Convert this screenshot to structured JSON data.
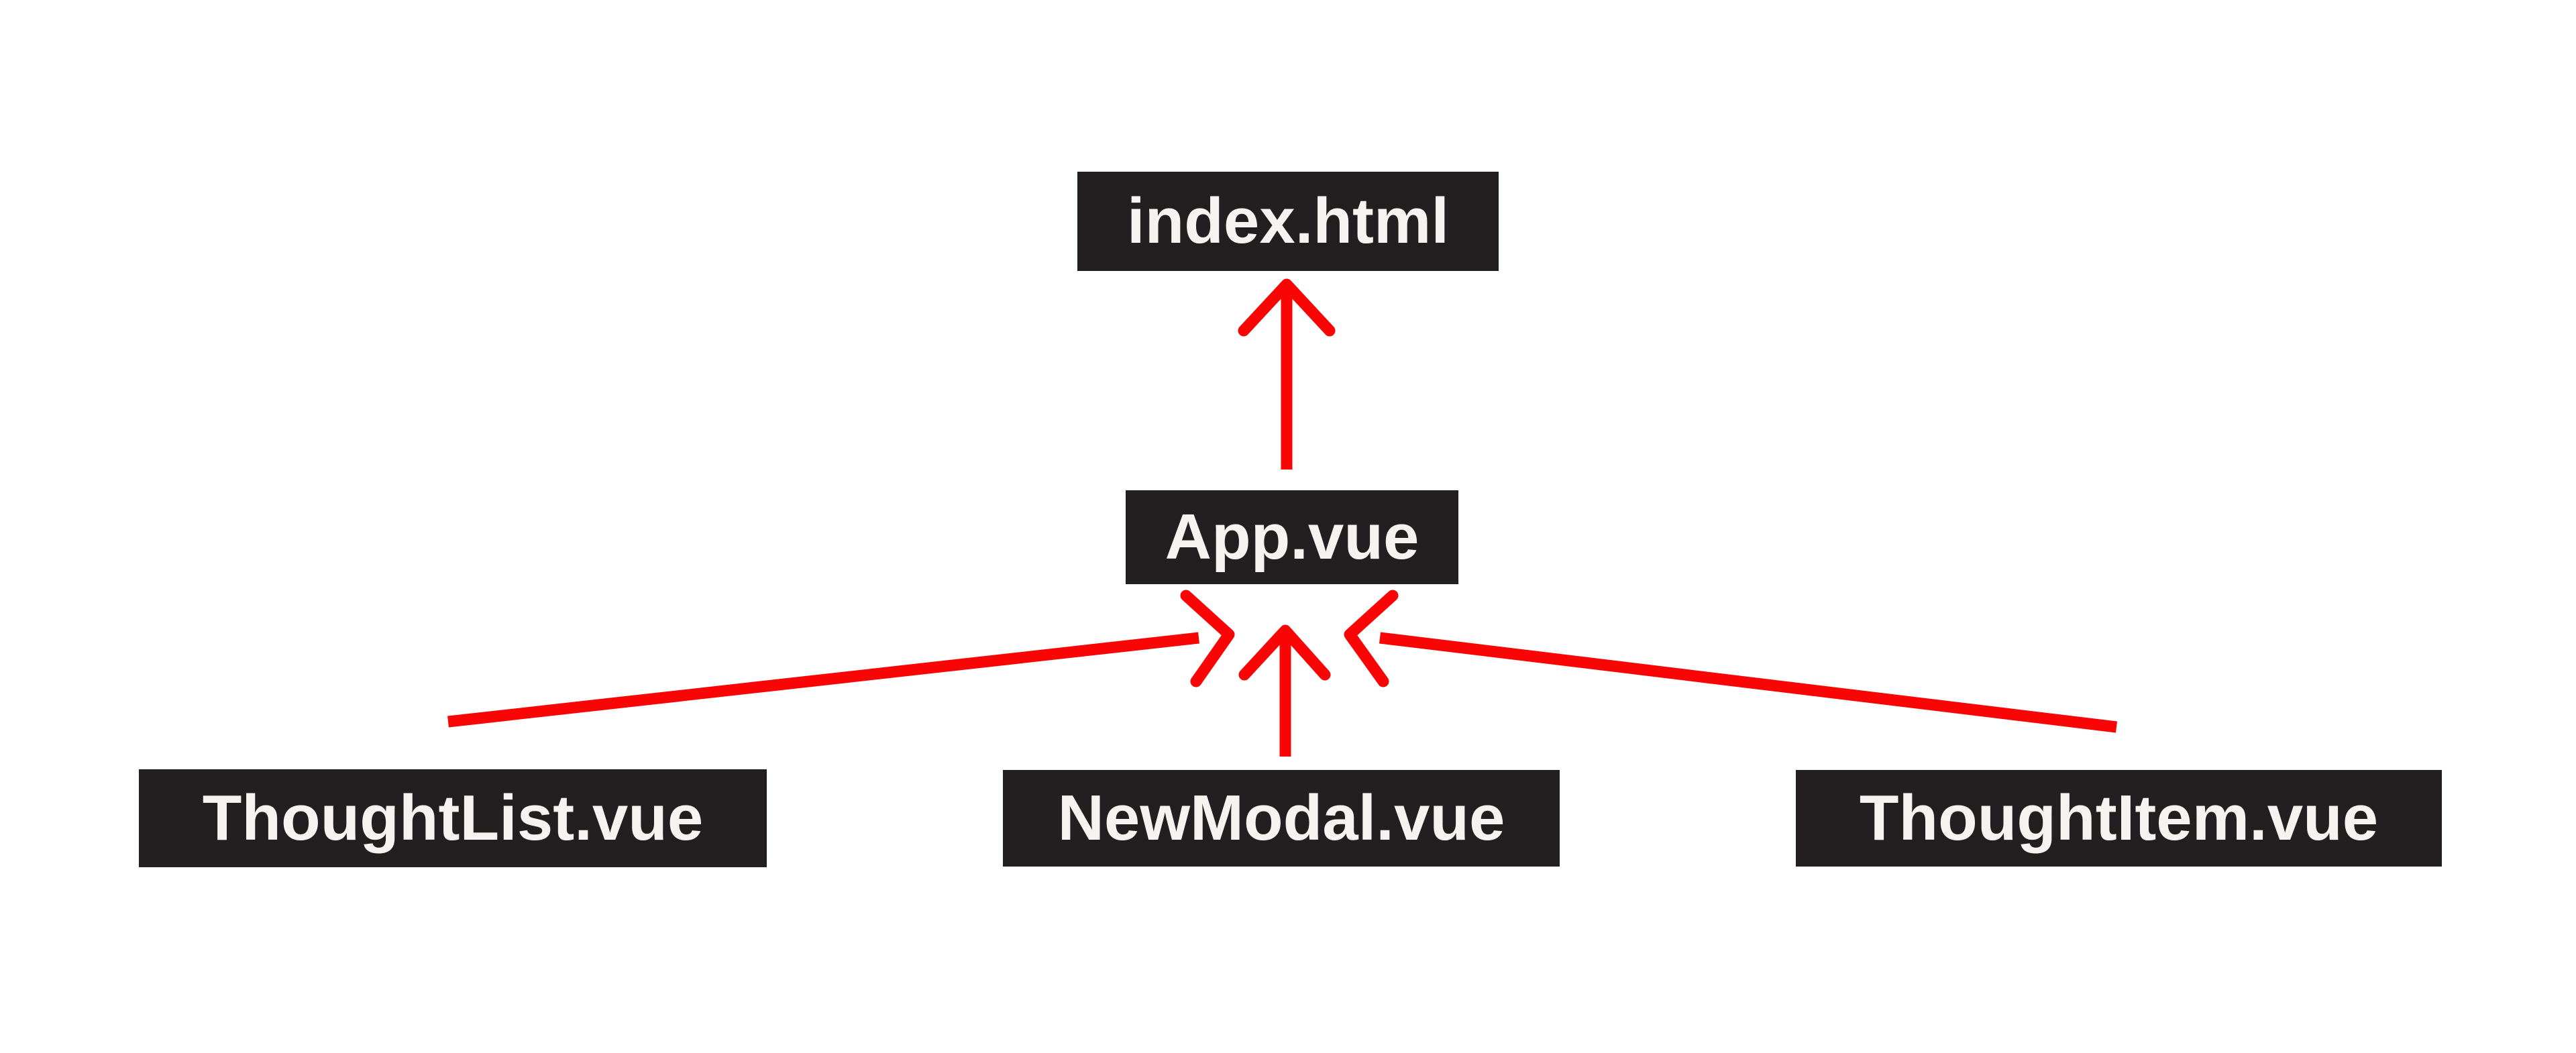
{
  "diagram": {
    "description": "Vue component hierarchy diagram",
    "colors": {
      "canvas_bg": "#ffffff",
      "node_bg": "#231f20",
      "node_text": "#f5f3ef",
      "arrow": "#fa0505"
    },
    "nodes": [
      {
        "id": "index-html",
        "label": "index.html"
      },
      {
        "id": "app-vue",
        "label": "App.vue"
      },
      {
        "id": "thoughtlist-vue",
        "label": "ThoughtList.vue"
      },
      {
        "id": "newmodal-vue",
        "label": "NewModal.vue"
      },
      {
        "id": "thoughtitem-vue",
        "label": "ThoughtItem.vue"
      }
    ],
    "edges": [
      {
        "from": "app-vue",
        "to": "index-html"
      },
      {
        "from": "thoughtlist-vue",
        "to": "app-vue"
      },
      {
        "from": "newmodal-vue",
        "to": "app-vue"
      },
      {
        "from": "thoughtitem-vue",
        "to": "app-vue"
      }
    ]
  }
}
